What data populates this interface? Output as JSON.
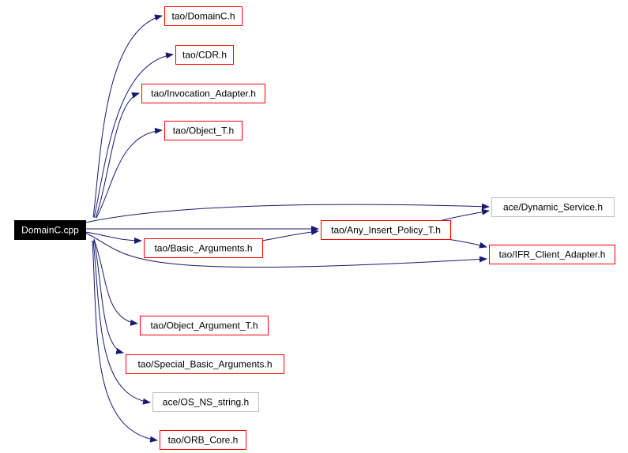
{
  "diagram": {
    "source": {
      "id": "src",
      "label": "DomainC.cpp"
    },
    "nodes": [
      {
        "id": "domainc_h",
        "label": "tao/DomainC.h",
        "style": "red"
      },
      {
        "id": "cdr_h",
        "label": "tao/CDR.h",
        "style": "red"
      },
      {
        "id": "invocation_adapter_h",
        "label": "tao/Invocation_Adapter.h",
        "style": "red"
      },
      {
        "id": "object_t_h",
        "label": "tao/Object_T.h",
        "style": "red"
      },
      {
        "id": "dynamic_service_h",
        "label": "ace/Dynamic_Service.h",
        "style": "gray"
      },
      {
        "id": "any_insert_policy_t_h",
        "label": "tao/Any_Insert_Policy_T.h",
        "style": "red"
      },
      {
        "id": "basic_arguments_h",
        "label": "tao/Basic_Arguments.h",
        "style": "red"
      },
      {
        "id": "ifr_client_adapter_h",
        "label": "tao/IFR_Client_Adapter.h",
        "style": "red"
      },
      {
        "id": "object_argument_t_h",
        "label": "tao/Object_Argument_T.h",
        "style": "red"
      },
      {
        "id": "special_basic_arguments_h",
        "label": "tao/Special_Basic_Arguments.h",
        "style": "red"
      },
      {
        "id": "os_ns_string_h",
        "label": "ace/OS_NS_string.h",
        "style": "gray"
      },
      {
        "id": "orb_core_h",
        "label": "tao/ORB_Core.h",
        "style": "red"
      }
    ],
    "edges": [
      {
        "from": "src",
        "to": "domainc_h"
      },
      {
        "from": "src",
        "to": "cdr_h"
      },
      {
        "from": "src",
        "to": "invocation_adapter_h"
      },
      {
        "from": "src",
        "to": "object_t_h"
      },
      {
        "from": "src",
        "to": "dynamic_service_h"
      },
      {
        "from": "src",
        "to": "any_insert_policy_t_h"
      },
      {
        "from": "src",
        "to": "basic_arguments_h"
      },
      {
        "from": "src",
        "to": "ifr_client_adapter_h"
      },
      {
        "from": "src",
        "to": "object_argument_t_h"
      },
      {
        "from": "src",
        "to": "special_basic_arguments_h"
      },
      {
        "from": "src",
        "to": "os_ns_string_h"
      },
      {
        "from": "src",
        "to": "orb_core_h"
      },
      {
        "from": "basic_arguments_h",
        "to": "any_insert_policy_t_h"
      },
      {
        "from": "any_insert_policy_t_h",
        "to": "dynamic_service_h"
      },
      {
        "from": "any_insert_policy_t_h",
        "to": "ifr_client_adapter_h"
      }
    ],
    "colors": {
      "edge": "#191970",
      "red_border": "#ff0000",
      "gray_border": "#bfbfbf",
      "source_fill": "#000000",
      "source_text": "#ffffff",
      "node_fill": "#ffffff",
      "node_text": "#000000"
    }
  }
}
